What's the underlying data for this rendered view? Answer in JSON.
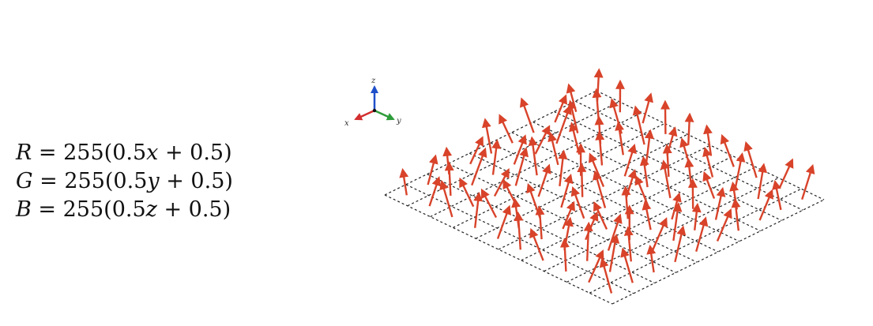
{
  "equations": [
    {
      "lhs": "R",
      "rhs_pre": " = 255(0.5",
      "var": "x",
      "rhs_post": " + 0.5)"
    },
    {
      "lhs": "G",
      "rhs_pre": " = 255(0.5",
      "var": "y",
      "rhs_post": " + 0.5)"
    },
    {
      "lhs": "B",
      "rhs_pre": " = 255(0.5",
      "var": "z",
      "rhs_post": " + 0.5)"
    }
  ],
  "axes": {
    "x_label": "x",
    "y_label": "y",
    "z_label": "z",
    "x_color": "#d32f2f",
    "y_color": "#2e9d3a",
    "z_color": "#1f4fc9"
  },
  "grid": {
    "cells": 10,
    "line_color": "#222222",
    "dash": "dashed"
  },
  "arrows": {
    "color": "#d8432a",
    "count": 100
  }
}
